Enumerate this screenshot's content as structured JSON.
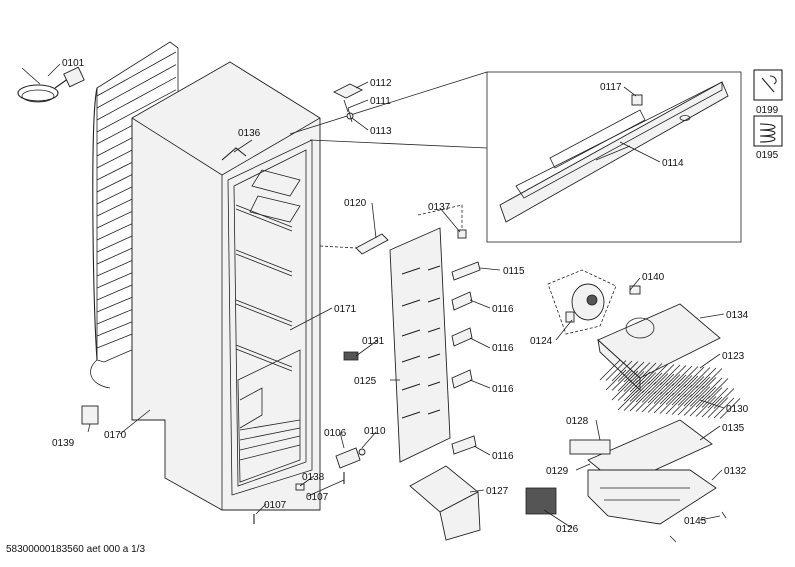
{
  "labels": {
    "p0101": "0101",
    "p0112": "0112",
    "p0111": "0111",
    "p0113": "0113",
    "p0136": "0136",
    "p0117": "0117",
    "p0114": "0114",
    "p0199": "0199",
    "p0195": "0195",
    "p0120": "0120",
    "p0137": "0137",
    "p0115": "0115",
    "p0140": "0140",
    "p0134": "0134",
    "p0171": "0171",
    "p0116a": "0116",
    "p0124": "0124",
    "p0131": "0131",
    "p0116b": "0116",
    "p0123": "0123",
    "p0125": "0125",
    "p0116c": "0116",
    "p0130": "0130",
    "p0139": "0139",
    "p0170": "0170",
    "p0106": "0106",
    "p0110": "0110",
    "p0128": "0128",
    "p0135": "0135",
    "p0116d": "0116",
    "p0138": "0138",
    "p0129": "0129",
    "p0132": "0132",
    "p0107a": "0107",
    "p0127": "0127",
    "p0107b": "0107",
    "p0126": "0126",
    "p0145": "0145"
  },
  "footer": "58300000183560 aet 000 a 1/3",
  "icons": {
    "tool": "wrench-icon",
    "coil": "coil-icon"
  }
}
